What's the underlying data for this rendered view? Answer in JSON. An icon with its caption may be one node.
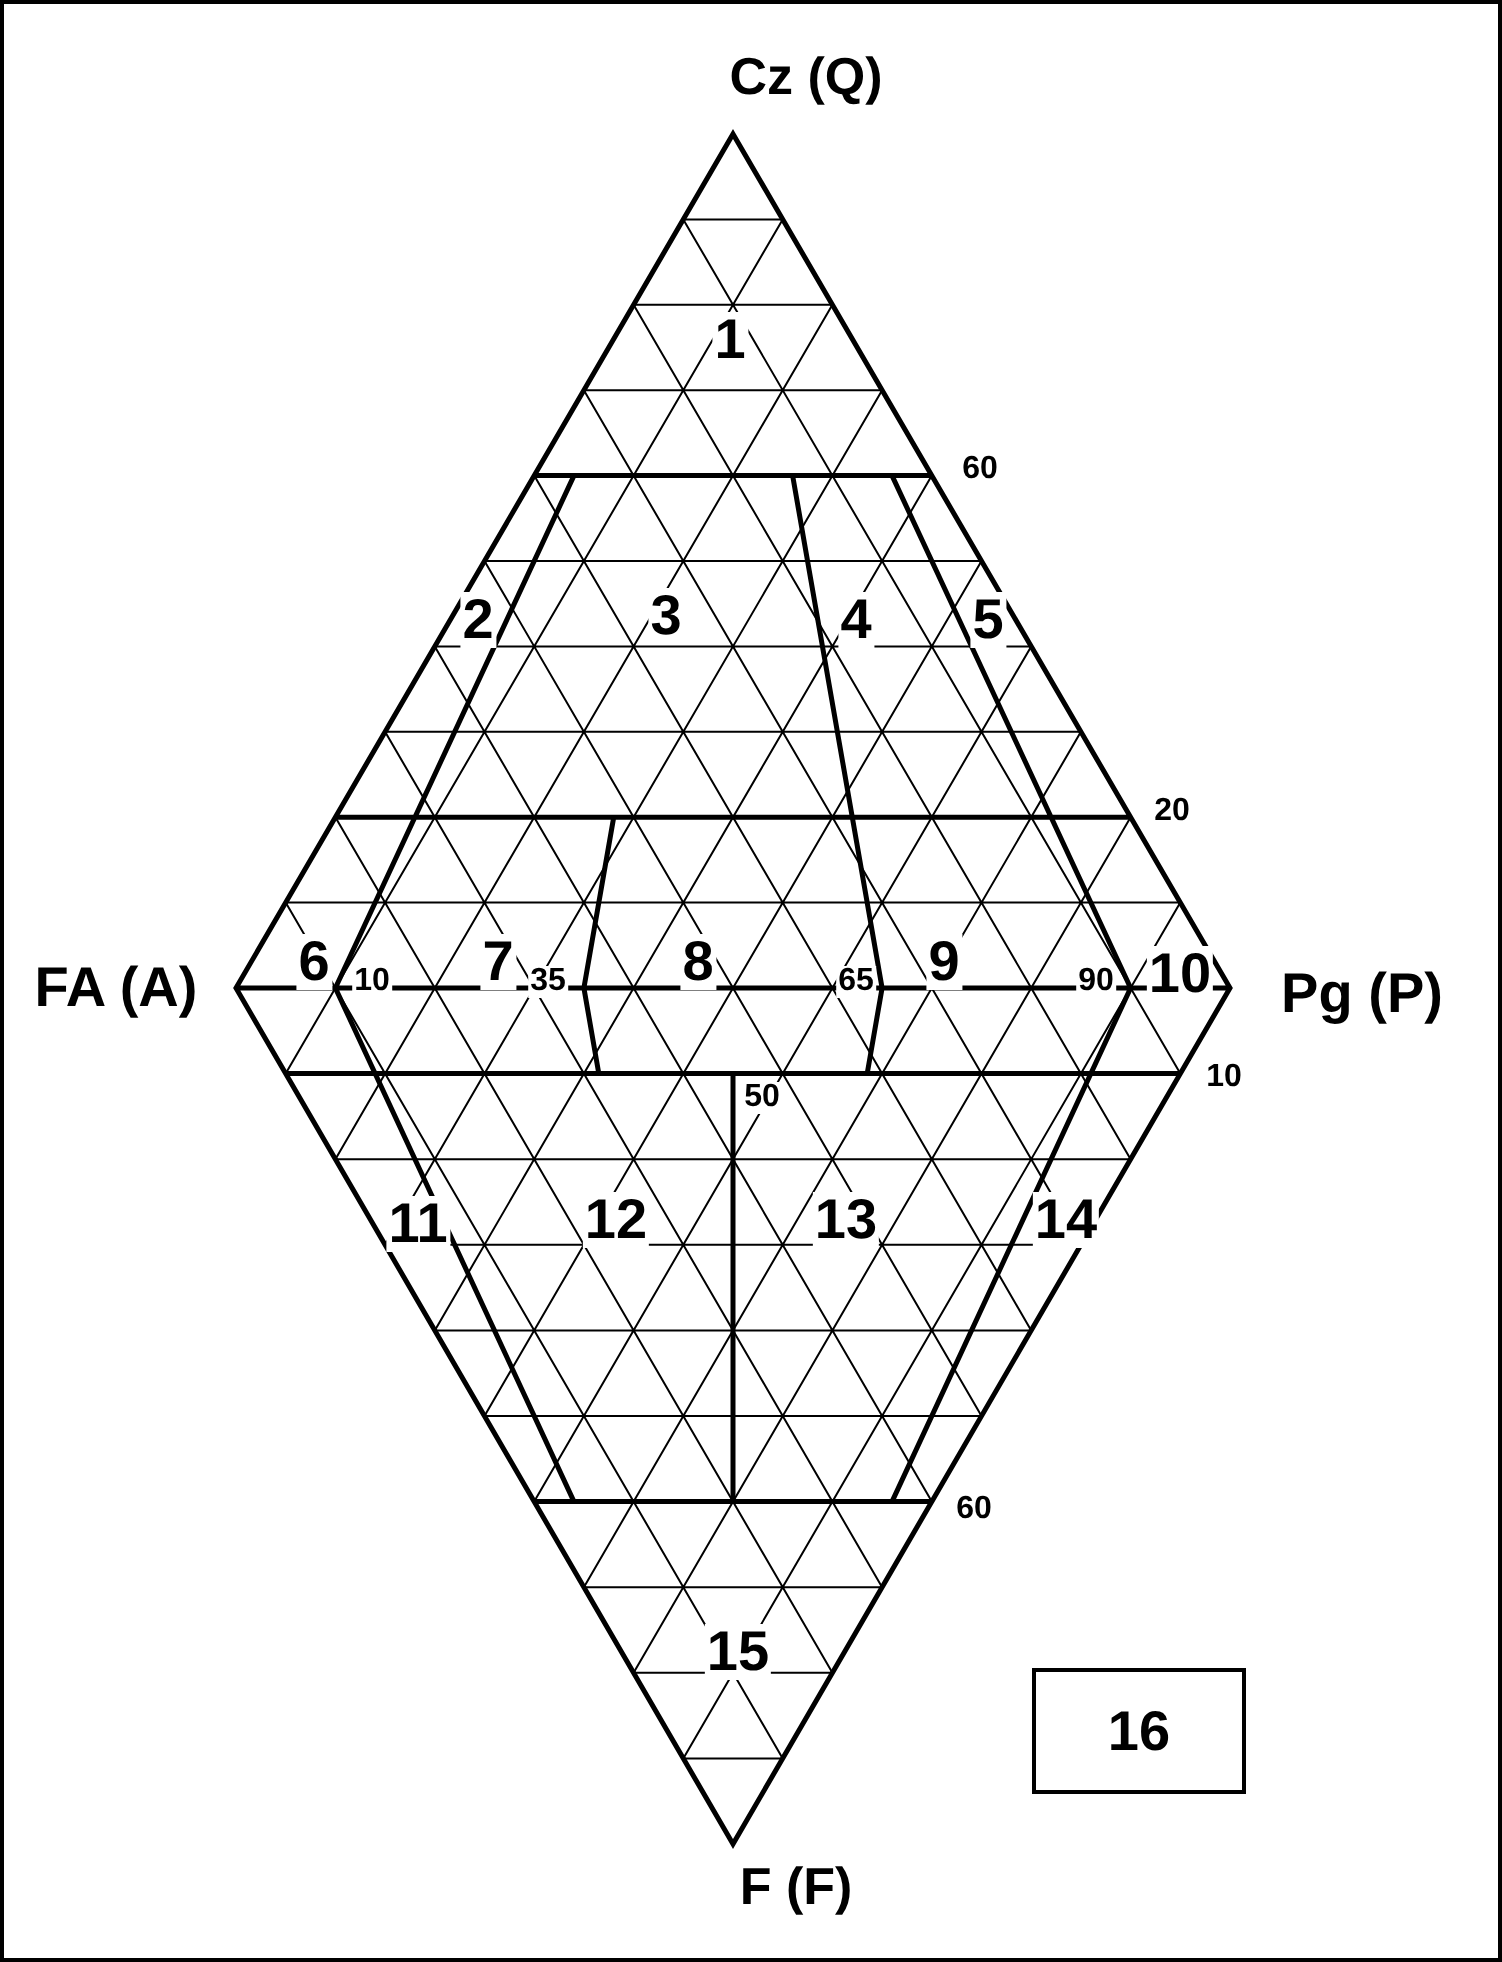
{
  "diagram": {
    "nodes": [
      {
        "text": [
          "16"
        ]
      }
    ],
    "labels": [
      "Cz (Q)",
      "1",
      "60",
      "2",
      "3",
      "4",
      "5",
      "20",
      "FA (A)",
      "6",
      "10",
      "7",
      "35",
      "8",
      "65",
      "9",
      "90",
      "10",
      "Pg (P)",
      "10",
      "50",
      "11",
      "12",
      "13",
      "14",
      "60",
      "15",
      "F (F)"
    ]
  }
}
